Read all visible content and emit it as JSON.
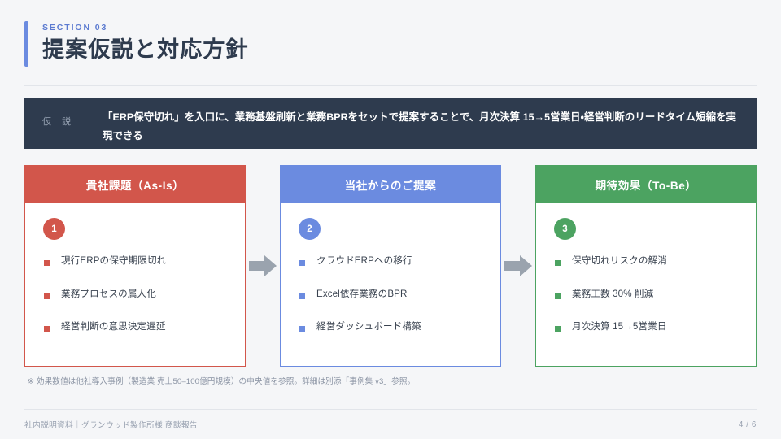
{
  "header": {
    "eyebrow": "SECTION 03",
    "title": "提案仮説と対応方針",
    "accent_color": "#6b8be0"
  },
  "hypothesis": {
    "label": "仮 説",
    "text": "「ERP保守切れ」を入口に、業務基盤刷新と業務BPRをセットで提案することで、月次決算 15→5営業日・経営判断のリードタイム短縮を実現できる",
    "background_color": "#2e3b4e"
  },
  "columns": [
    {
      "id": "as-is",
      "header": "貴社課題（As-Is）",
      "step": "1",
      "color": "#d2564b",
      "bullets": [
        "現行ERPの保守期限切れ",
        "業務プロセスの属人化",
        "経営判断の意思決定遅延"
      ]
    },
    {
      "id": "proposal",
      "header": "当社からのご提案",
      "step": "2",
      "color": "#6b8be0",
      "bullets": [
        "クラウドERPへの移行",
        "Excel依存業務のBPR",
        "経営ダッシュボード構築"
      ]
    },
    {
      "id": "to-be",
      "header": "期待効果（To-Be）",
      "step": "3",
      "color": "#4ca361",
      "bullets": [
        "保守切れリスクの解消",
        "業務工数 30% 削減",
        "月次決算 15→5営業日"
      ]
    }
  ],
  "arrows": {
    "icon": "right-arrow-icon",
    "color": "#9aa3ae"
  },
  "footnote": "※ 効果数値は他社導入事例（製造業 売上50–100億円規模）の中央値を参照。詳細は別添「事例集 v3」参照。",
  "footer": {
    "source": "社内説明資料｜グランウッド製作所様 商談報告",
    "page": "4 / 6"
  }
}
